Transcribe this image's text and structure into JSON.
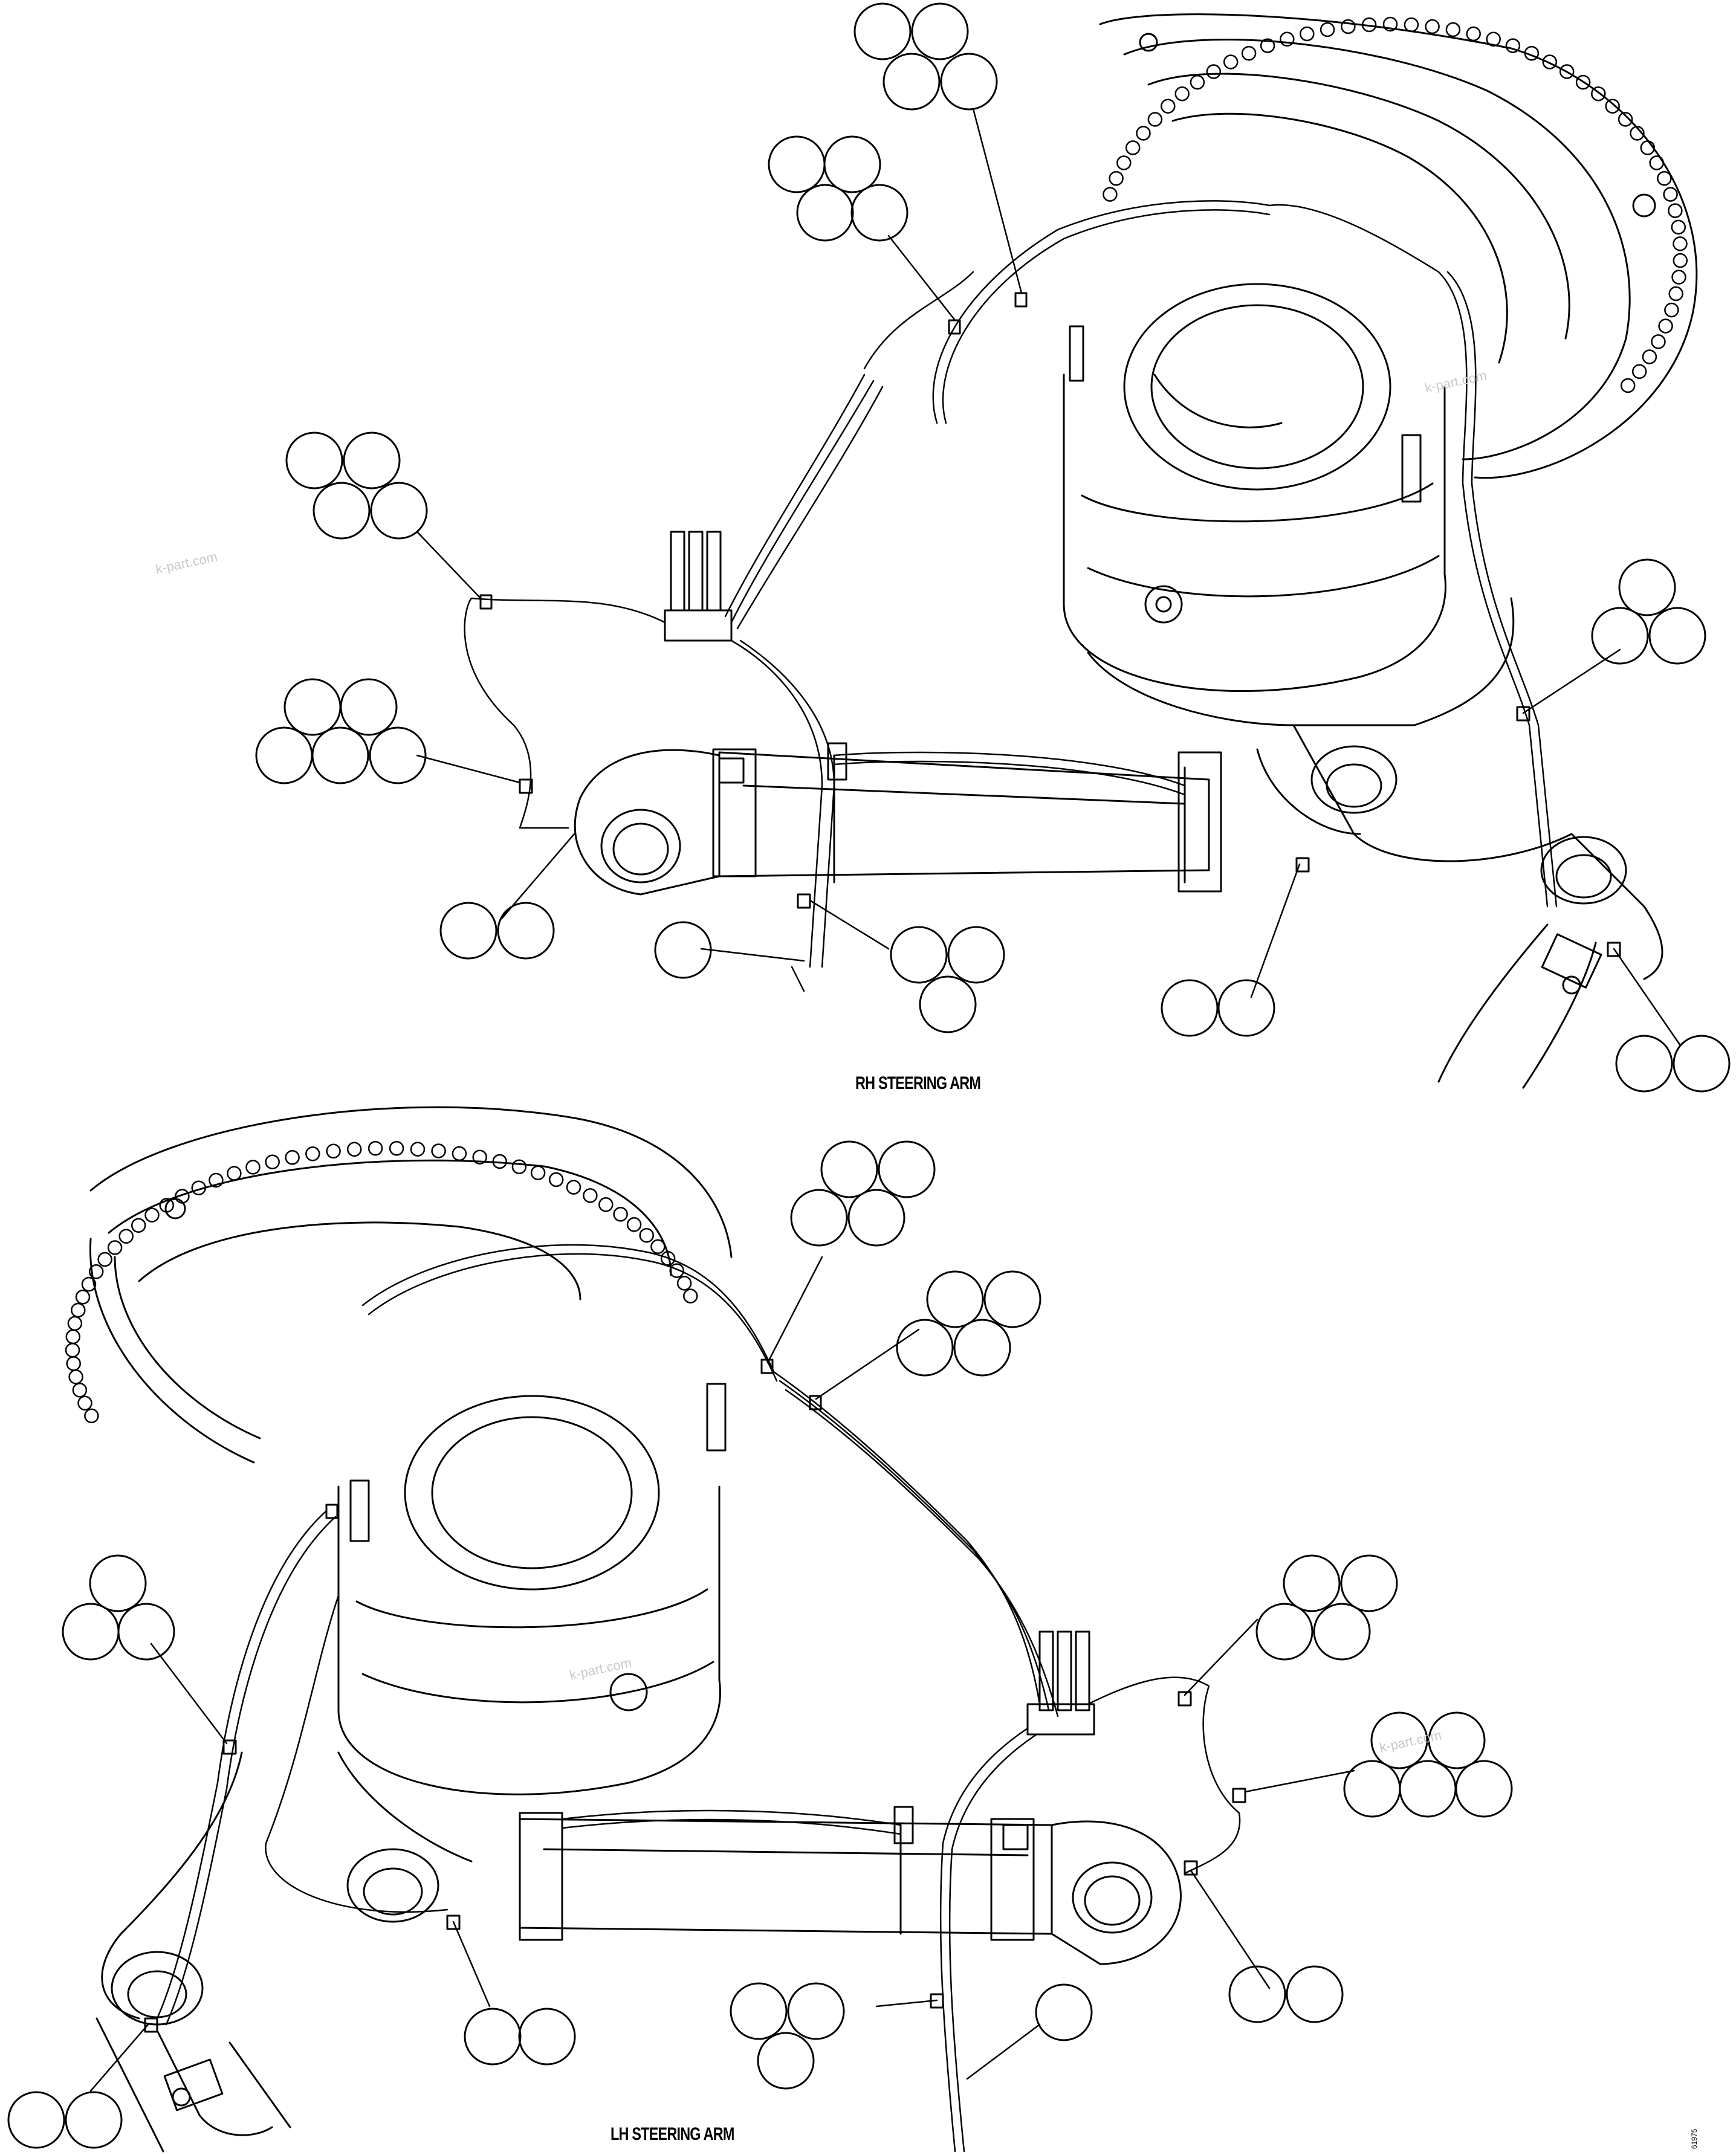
{
  "captions": {
    "rh": "RH STEERING ARM",
    "lh": "LH STEERING ARM",
    "figure_no": "61975"
  },
  "watermark": "k-part.com",
  "colors": {
    "line": "#000000",
    "background": "#ffffff",
    "watermark": "#c8c8c8"
  }
}
